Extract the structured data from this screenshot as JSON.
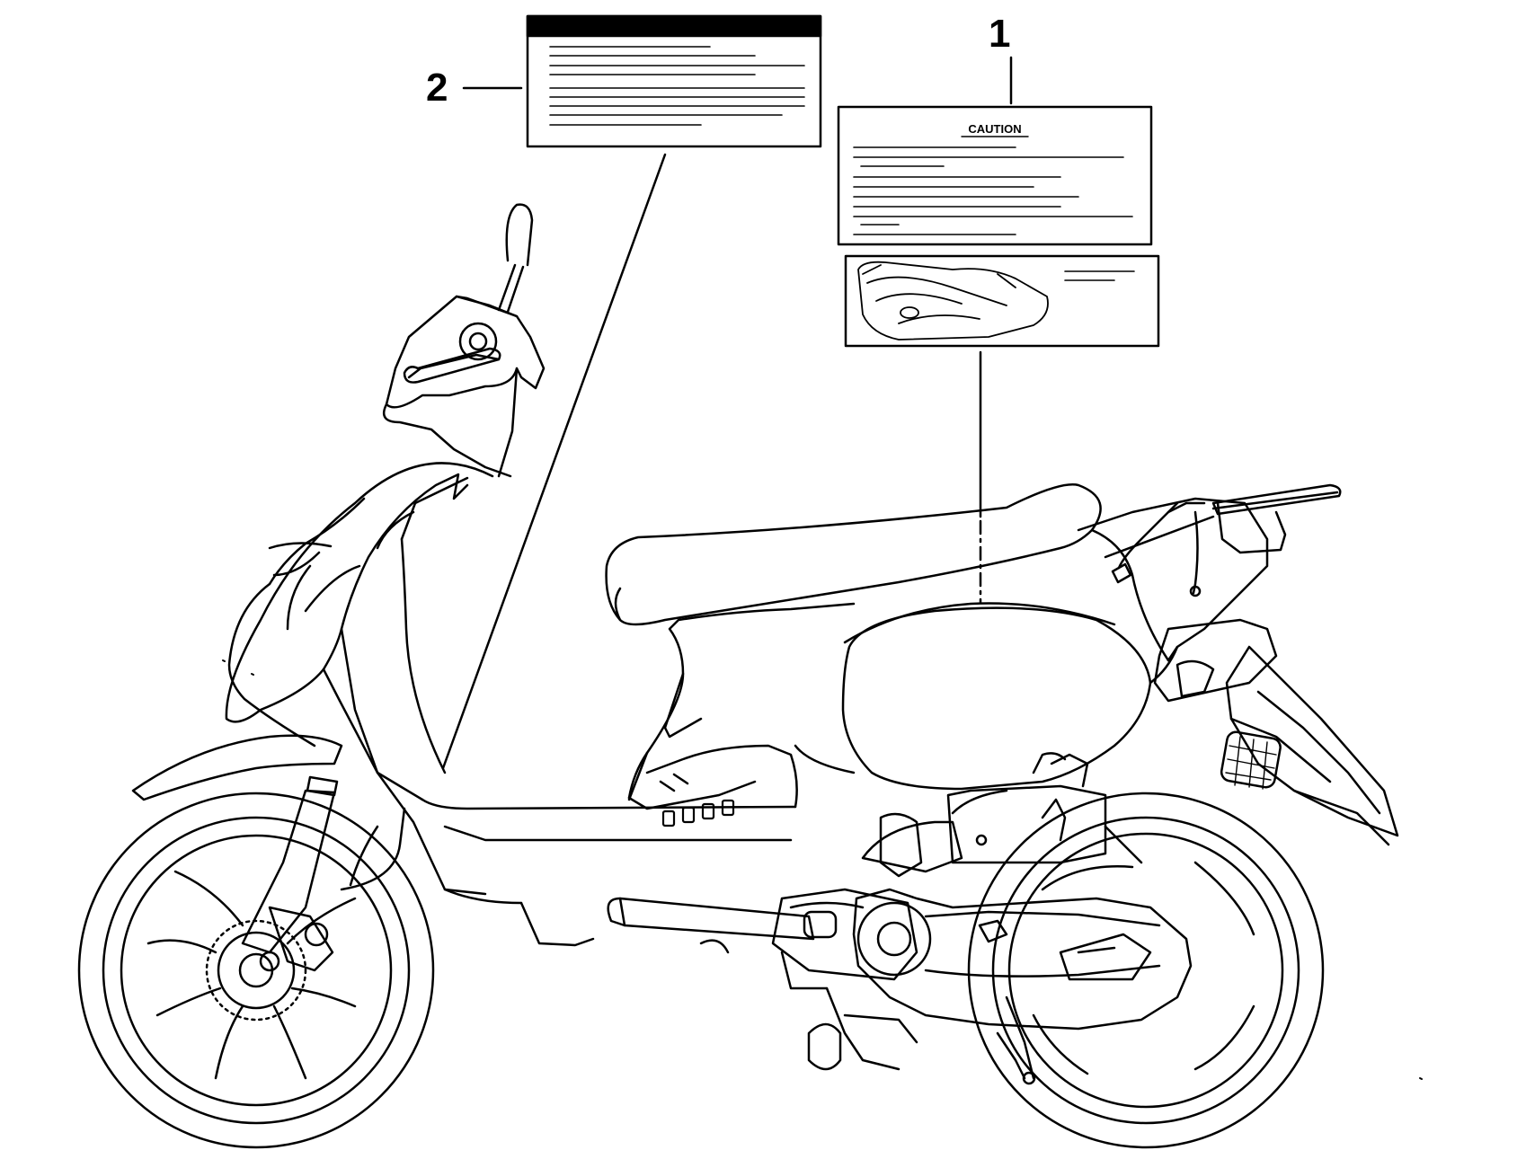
{
  "callouts": [
    {
      "number": "1",
      "part": "caution-label-and-seat-storage-label"
    },
    {
      "number": "2",
      "part": "front-leg-shield-warning-label"
    }
  ],
  "caution_label": {
    "title": "CAUTION"
  },
  "colors": {
    "ink": "#000000",
    "paper": "#ffffff"
  }
}
